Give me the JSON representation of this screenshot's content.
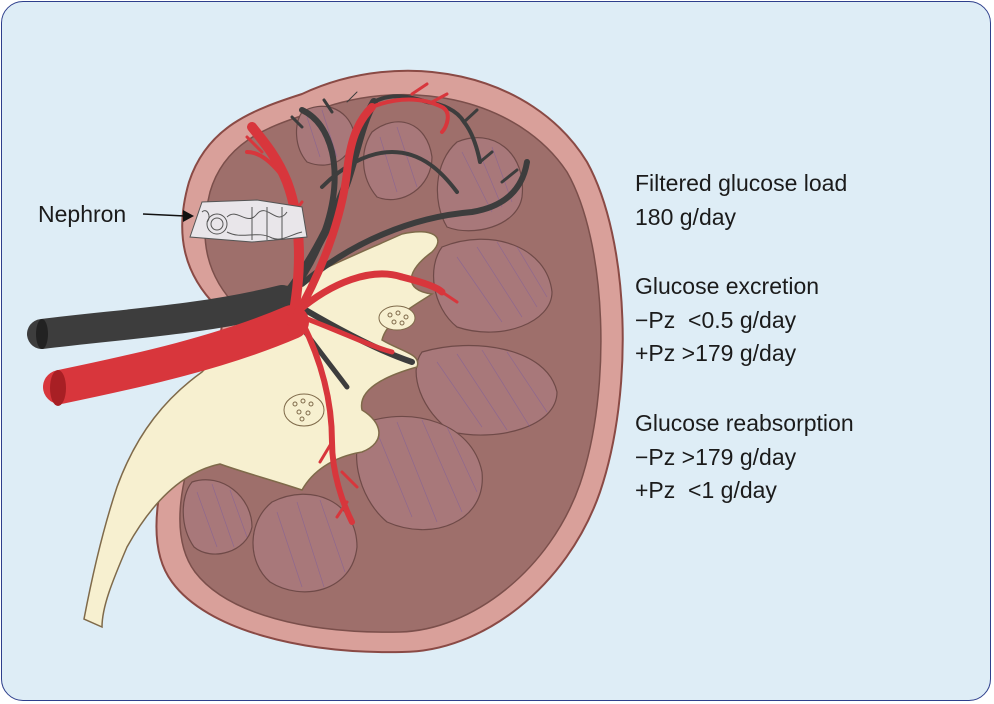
{
  "labels": {
    "nephron": "Nephron"
  },
  "filtered_load": {
    "title": "Filtered glucose load",
    "value": "180 g/day"
  },
  "excretion": {
    "title": "Glucose excretion",
    "minus_pz": "−Pz  <0.5 g/day",
    "plus_pz": "+Pz >179 g/day"
  },
  "reabsorption": {
    "title": "Glucose reabsorption",
    "minus_pz": "−Pz >179 g/day",
    "plus_pz": "+Pz  <1 g/day"
  },
  "colors": {
    "background": "#deedf6",
    "border": "#2e3f8c",
    "capsule": "#d9a09a",
    "cortex": "#9e6f6b",
    "pelvis": "#f7f0d0",
    "artery": "#d8363c",
    "vein": "#3d3d3d"
  }
}
